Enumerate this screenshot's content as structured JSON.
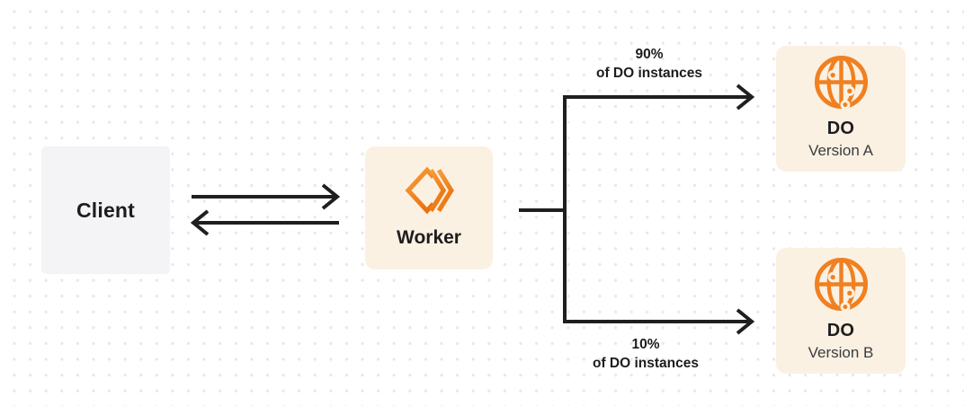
{
  "palette": {
    "orange": "#f08021",
    "orange_light": "#f79e3d",
    "orange_dark": "#ea720e",
    "cream": "#fbf1e2",
    "gray_box": "#f4f4f6",
    "line": "#1f1f1f",
    "text": "#1d1d1f",
    "text_secondary": "#3b3b3f",
    "dot": "#e8e8ea"
  },
  "nodes": {
    "client": {
      "label": "Client"
    },
    "worker": {
      "label": "Worker",
      "icon": "workers-logo-icon"
    },
    "do_version_a": {
      "title": "DO",
      "subtitle": "Version A",
      "icon": "durable-object-globe-icon"
    },
    "do_version_b": {
      "title": "DO",
      "subtitle": "Version B",
      "icon": "durable-object-globe-icon"
    }
  },
  "edge_labels": {
    "top": {
      "line1": "90%",
      "line2": "of DO instances"
    },
    "bottom": {
      "line1": "10%",
      "line2": "of DO instances"
    }
  }
}
